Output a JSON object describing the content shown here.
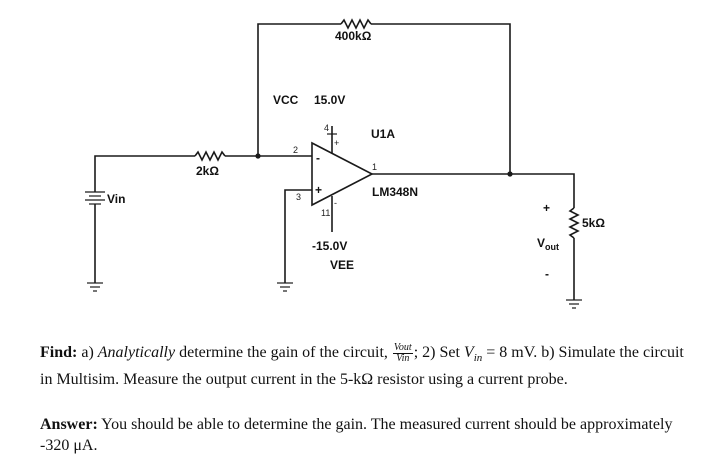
{
  "circuit": {
    "feedback_resistor": "400kΩ",
    "input_resistor": "2kΩ",
    "load_resistor": "5kΩ",
    "source_label": "Vin",
    "vcc_label": "VCC",
    "vcc_value": "15.0V",
    "vee_label": "VEE",
    "vee_value": "-15.0V",
    "opamp_ref": "U1A",
    "opamp_part": "LM348N",
    "pin_minus": "-",
    "pin_plus": "+",
    "pin_vplus": "+",
    "pin_vminus": "-",
    "pin_4": "4",
    "pin_11": "11",
    "pin_3": "3",
    "pin_2": "2",
    "pin_1": "1",
    "vout_label": "V",
    "vout_sub": "out",
    "vout_plus": "+",
    "vout_minus": "-"
  },
  "text": {
    "find_label": "Find:",
    "find_a_pre": "a)",
    "find_a_italic": "Analytically",
    "find_a_post": "determine the gain of the circuit,",
    "frac_num": "Vout",
    "frac_den": "Vin",
    "find_2": "; 2) Set",
    "vin_v": "V",
    "vin_sub": "in",
    "find_eq": "= 8 mV. b) Simulate the circuit in Multisim. Measure the output current in the 5-kΩ resistor using a current probe.",
    "answer_label": "Answer:",
    "answer_body": "You should be able to determine the gain. The measured current should be approximately -320 μA."
  }
}
